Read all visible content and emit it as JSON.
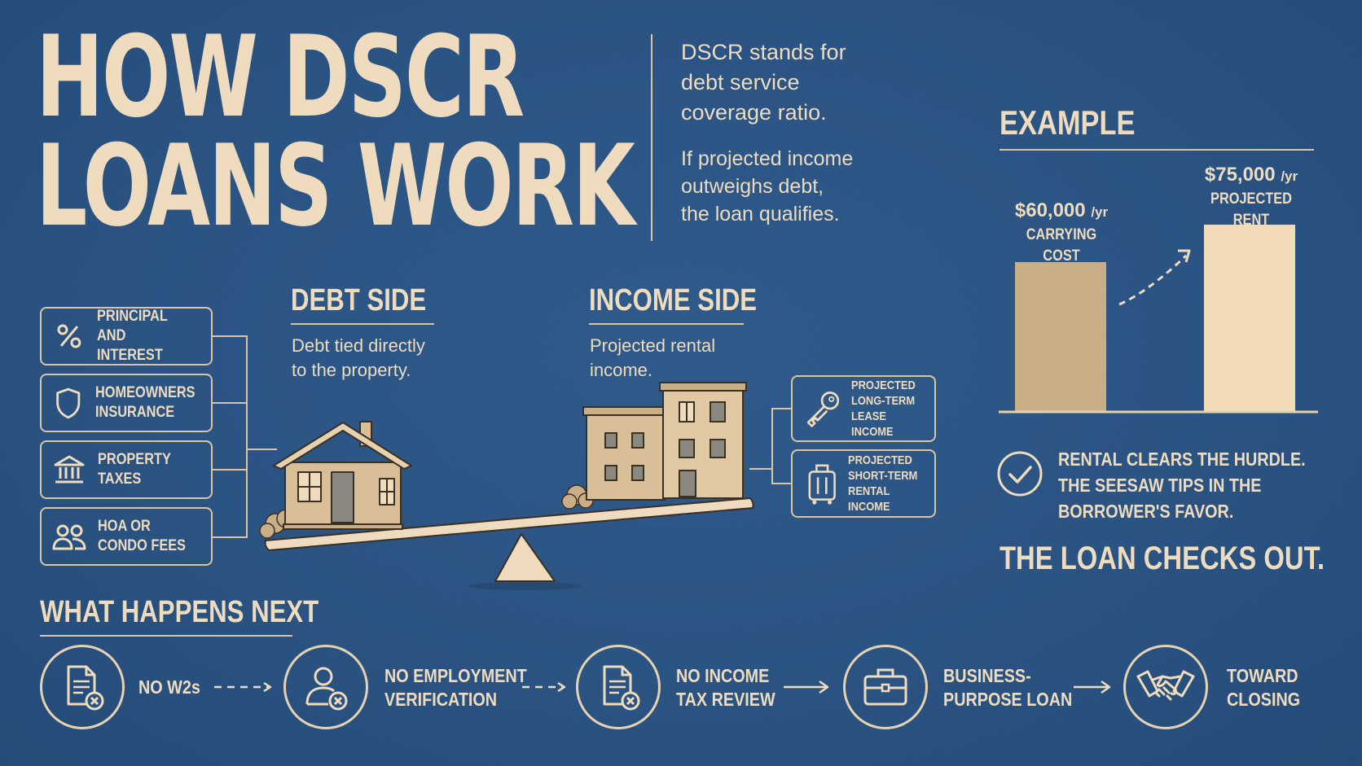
{
  "title": {
    "line1": "HOW DSCR",
    "line2": "LOANS WORK"
  },
  "intro": {
    "p1": [
      "DSCR stands for",
      "debt service",
      "coverage ratio."
    ],
    "p2": [
      "If projected income",
      "outweighs debt,",
      "the loan qualifies."
    ]
  },
  "debt_side": {
    "heading": "DEBT SIDE",
    "desc": [
      "Debt tied directly",
      "to the property."
    ],
    "items": [
      {
        "icon": "percent-icon",
        "label": [
          "PRINCIPAL",
          "AND INTEREST"
        ]
      },
      {
        "icon": "shield-icon",
        "label": [
          "HOMEOWNERS",
          "INSURANCE"
        ]
      },
      {
        "icon": "bank-icon",
        "label": [
          "PROPERTY",
          "TAXES"
        ]
      },
      {
        "icon": "people-icon",
        "label": [
          "HOA OR",
          "CONDO FEES"
        ]
      }
    ]
  },
  "income_side": {
    "heading": "INCOME SIDE",
    "desc": [
      "Projected rental",
      "income."
    ],
    "items": [
      {
        "icon": "key-icon",
        "label": [
          "PROJECTED",
          "LONG-TERM",
          "LEASE INCOME"
        ]
      },
      {
        "icon": "luggage-icon",
        "label": [
          "PROJECTED",
          "SHORT-TERM",
          "RENTAL INCOME"
        ]
      }
    ]
  },
  "example": {
    "heading": "EXAMPLE",
    "bars": [
      {
        "amount": "$60,000",
        "unit": "/yr",
        "label": "CARRYING COST",
        "value": 60000,
        "color": "#c9ae86"
      },
      {
        "amount": "$75,000",
        "unit": "/yr",
        "label": "PROJECTED RENT",
        "value": 75000,
        "color": "#f1dbb8"
      }
    ],
    "result": [
      "RENTAL CLEARS THE HURDLE.",
      "THE SEESAW TIPS IN THE",
      "BORROWER'S FAVOR."
    ],
    "verdict": "THE LOAN CHECKS OUT."
  },
  "next": {
    "heading": "WHAT HAPPENS NEXT",
    "steps": [
      {
        "icon": "document-x-icon",
        "label": [
          "NO W2s"
        ]
      },
      {
        "icon": "person-x-icon",
        "label": [
          "NO EMPLOYMENT",
          "VERIFICATION"
        ]
      },
      {
        "icon": "document-x-icon",
        "label": [
          "NO INCOME",
          "TAX REVIEW"
        ]
      },
      {
        "icon": "briefcase-icon",
        "label": [
          "BUSINESS-",
          "PURPOSE LOAN"
        ]
      },
      {
        "icon": "handshake-icon",
        "label": [
          "TOWARD",
          "CLOSING"
        ]
      }
    ]
  },
  "colors": {
    "background": "#2a5382",
    "cream": "#efdcbf",
    "tan": "#c9ae86"
  }
}
